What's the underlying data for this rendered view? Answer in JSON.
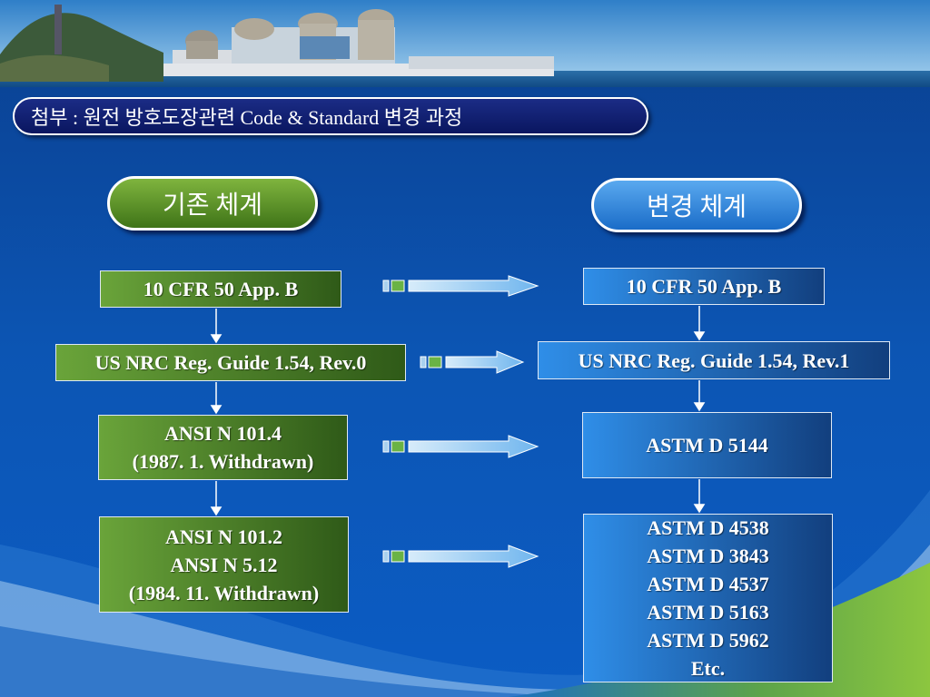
{
  "title": "첨부 : 원전 방호도장관련 Code & Standard 변경 과정",
  "headers": {
    "existing": "기존 체계",
    "changed": "변경 체계"
  },
  "existing": [
    {
      "lines": [
        "10 CFR 50 App. B"
      ]
    },
    {
      "lines": [
        "US NRC Reg. Guide 1.54, Rev.0"
      ]
    },
    {
      "lines": [
        "ANSI N 101.4",
        "(1987. 1. Withdrawn)"
      ]
    },
    {
      "lines": [
        "ANSI N 101.2",
        "ANSI N 5.12",
        "(1984. 11. Withdrawn)"
      ]
    }
  ],
  "changed": [
    {
      "lines": [
        "10 CFR 50 App. B"
      ]
    },
    {
      "lines": [
        "US NRC Reg. Guide 1.54, Rev.1"
      ]
    },
    {
      "lines": [
        "ASTM D 5144"
      ]
    },
    {
      "lines": [
        "ASTM D 4538",
        "ASTM D 3843",
        "ASTM D 4537",
        "ASTM D 5163",
        "ASTM D 5962",
        "Etc."
      ]
    }
  ]
}
